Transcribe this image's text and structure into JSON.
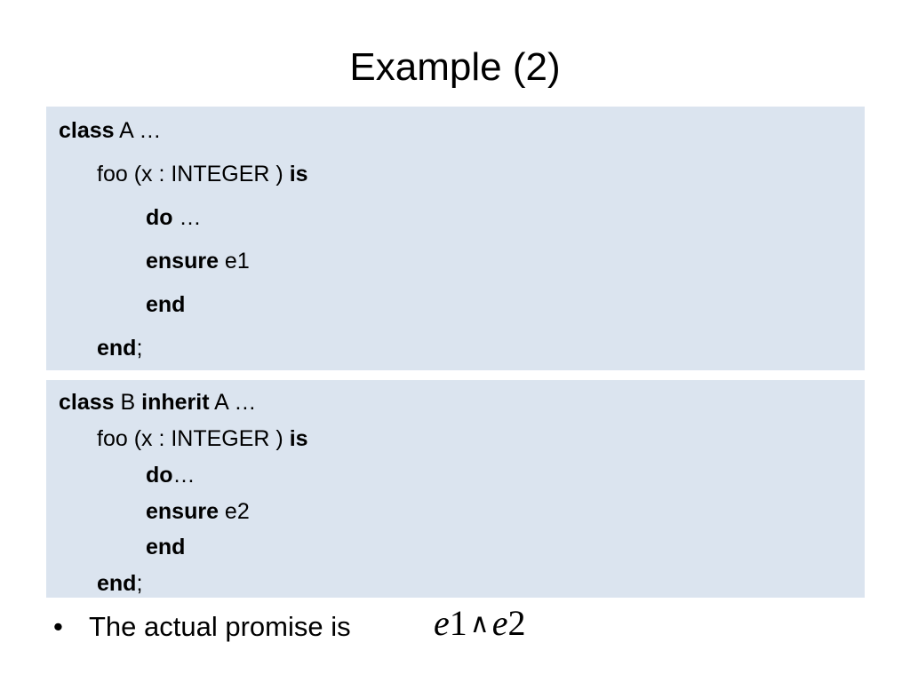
{
  "title": "Example (2)",
  "class_a": {
    "line1": {
      "kw1": "class",
      "text1": " A …"
    },
    "line2": {
      "text1": "foo (x : INTEGER ) ",
      "kw1": "is"
    },
    "line3": {
      "kw1": "do",
      "text1": " …"
    },
    "line4": {
      "kw1": "ensure",
      "text1": " e1"
    },
    "line5": {
      "kw1": "end"
    },
    "line6": {
      "kw1": "end",
      "text1": ";"
    }
  },
  "class_b": {
    "line1": {
      "kw1": "class",
      "text1": " B ",
      "kw2": "inherit",
      "text2": " A …"
    },
    "line2": {
      "text1": "foo (x : INTEGER ) ",
      "kw1": "is"
    },
    "line3": {
      "kw1": "do",
      "text1": "…"
    },
    "line4": {
      "kw1": "ensure",
      "text1": " e2"
    },
    "line5": {
      "kw1": "end"
    },
    "line6": {
      "kw1": "end",
      "text1": ";"
    }
  },
  "bullet": {
    "symbol": "•",
    "text": "The actual promise is"
  },
  "formula": {
    "var1": "e",
    "num1": "1",
    "op": "∧",
    "var2": "e",
    "num2": "2"
  },
  "colors": {
    "code_box_background": "#dbe4ef"
  }
}
